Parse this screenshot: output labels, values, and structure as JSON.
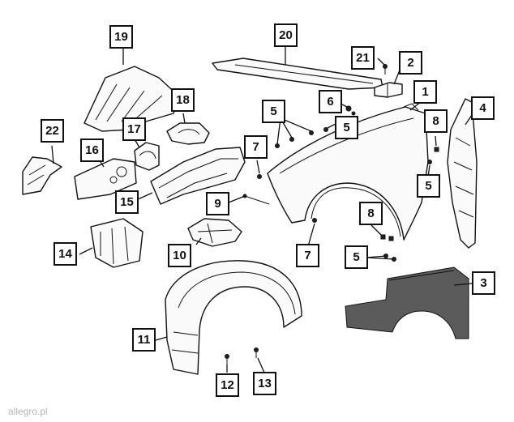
{
  "callouts": [
    {
      "id": "1",
      "label": "1"
    },
    {
      "id": "2",
      "label": "2"
    },
    {
      "id": "3",
      "label": "3"
    },
    {
      "id": "4",
      "label": "4"
    },
    {
      "id": "5a",
      "label": "5"
    },
    {
      "id": "5b",
      "label": "5"
    },
    {
      "id": "5c",
      "label": "5"
    },
    {
      "id": "5d",
      "label": "5"
    },
    {
      "id": "6",
      "label": "6"
    },
    {
      "id": "7a",
      "label": "7"
    },
    {
      "id": "7b",
      "label": "7"
    },
    {
      "id": "8a",
      "label": "8"
    },
    {
      "id": "8b",
      "label": "8"
    },
    {
      "id": "9",
      "label": "9"
    },
    {
      "id": "10",
      "label": "10"
    },
    {
      "id": "11",
      "label": "11"
    },
    {
      "id": "12",
      "label": "12"
    },
    {
      "id": "13",
      "label": "13"
    },
    {
      "id": "14",
      "label": "14"
    },
    {
      "id": "15",
      "label": "15"
    },
    {
      "id": "16",
      "label": "16"
    },
    {
      "id": "17",
      "label": "17"
    },
    {
      "id": "18",
      "label": "18"
    },
    {
      "id": "19",
      "label": "19"
    },
    {
      "id": "20",
      "label": "20"
    },
    {
      "id": "21",
      "label": "21"
    },
    {
      "id": "22",
      "label": "22"
    }
  ],
  "watermark": "allegro.pl"
}
